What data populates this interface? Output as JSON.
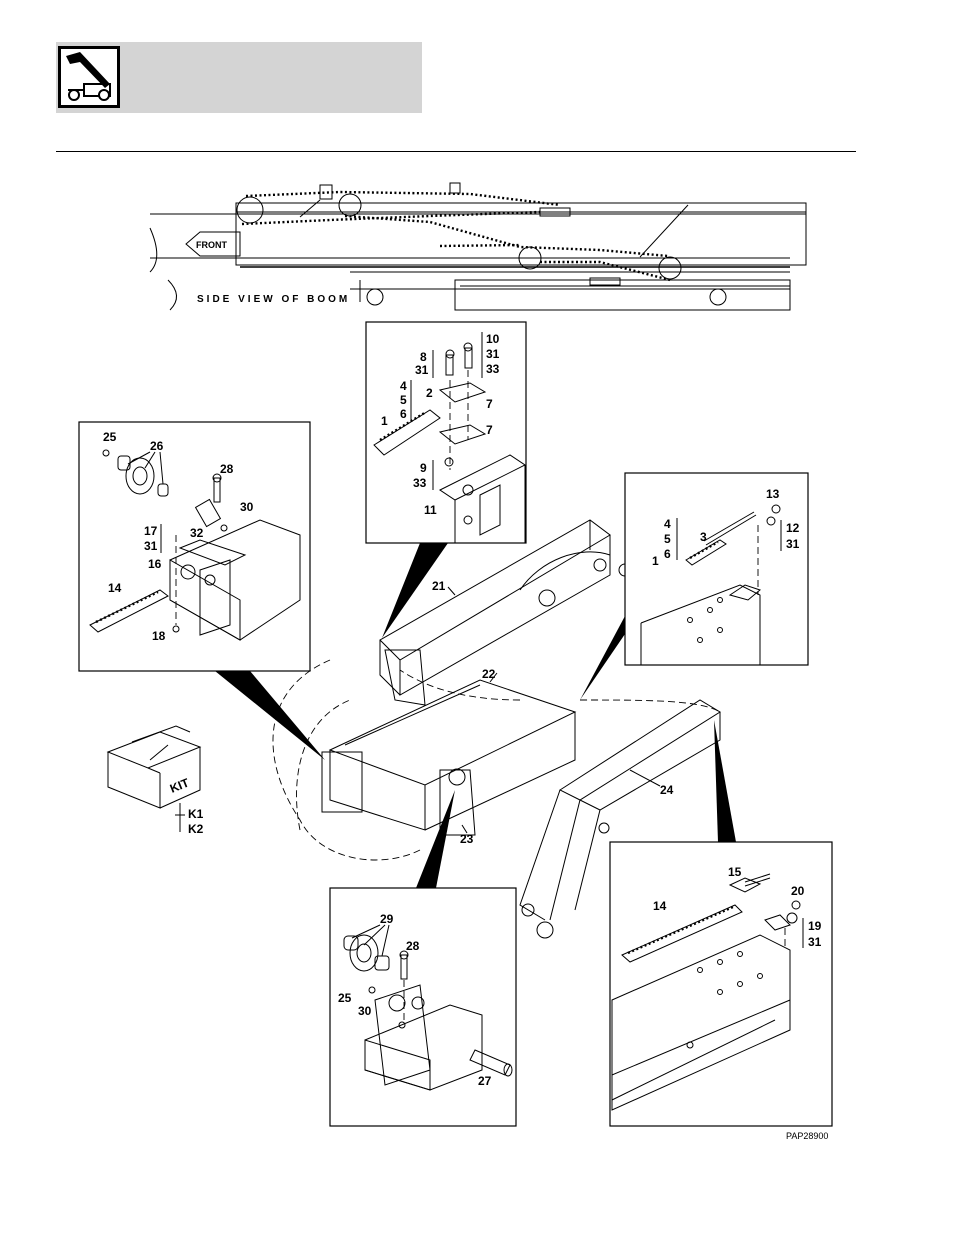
{
  "header": {
    "icon": "telehandler-boom-icon"
  },
  "side_view": {
    "front_label": "FRONT",
    "caption": "SIDE VIEW OF BOOM"
  },
  "detail_top": {
    "labels": [
      "10",
      "31",
      "33",
      "8",
      "31",
      "4",
      "5",
      "6",
      "2",
      "7",
      "1",
      "7",
      "9",
      "33",
      "11"
    ]
  },
  "detail_left": {
    "labels": [
      "25",
      "26",
      "28",
      "30",
      "17",
      "31",
      "32",
      "16",
      "14",
      "18"
    ]
  },
  "detail_right": {
    "labels": [
      "13",
      "4",
      "5",
      "6",
      "3",
      "12",
      "31",
      "1"
    ]
  },
  "main": {
    "labels": [
      "21",
      "22",
      "23",
      "24"
    ]
  },
  "kit": {
    "box_text": "KIT",
    "labels": [
      "K1",
      "K2"
    ]
  },
  "detail_bottom_left": {
    "labels": [
      "29",
      "28",
      "25",
      "30",
      "27"
    ]
  },
  "detail_bottom_right": {
    "labels": [
      "15",
      "14",
      "20",
      "19",
      "31"
    ]
  },
  "footer": {
    "figure_id": "PAP28900"
  }
}
